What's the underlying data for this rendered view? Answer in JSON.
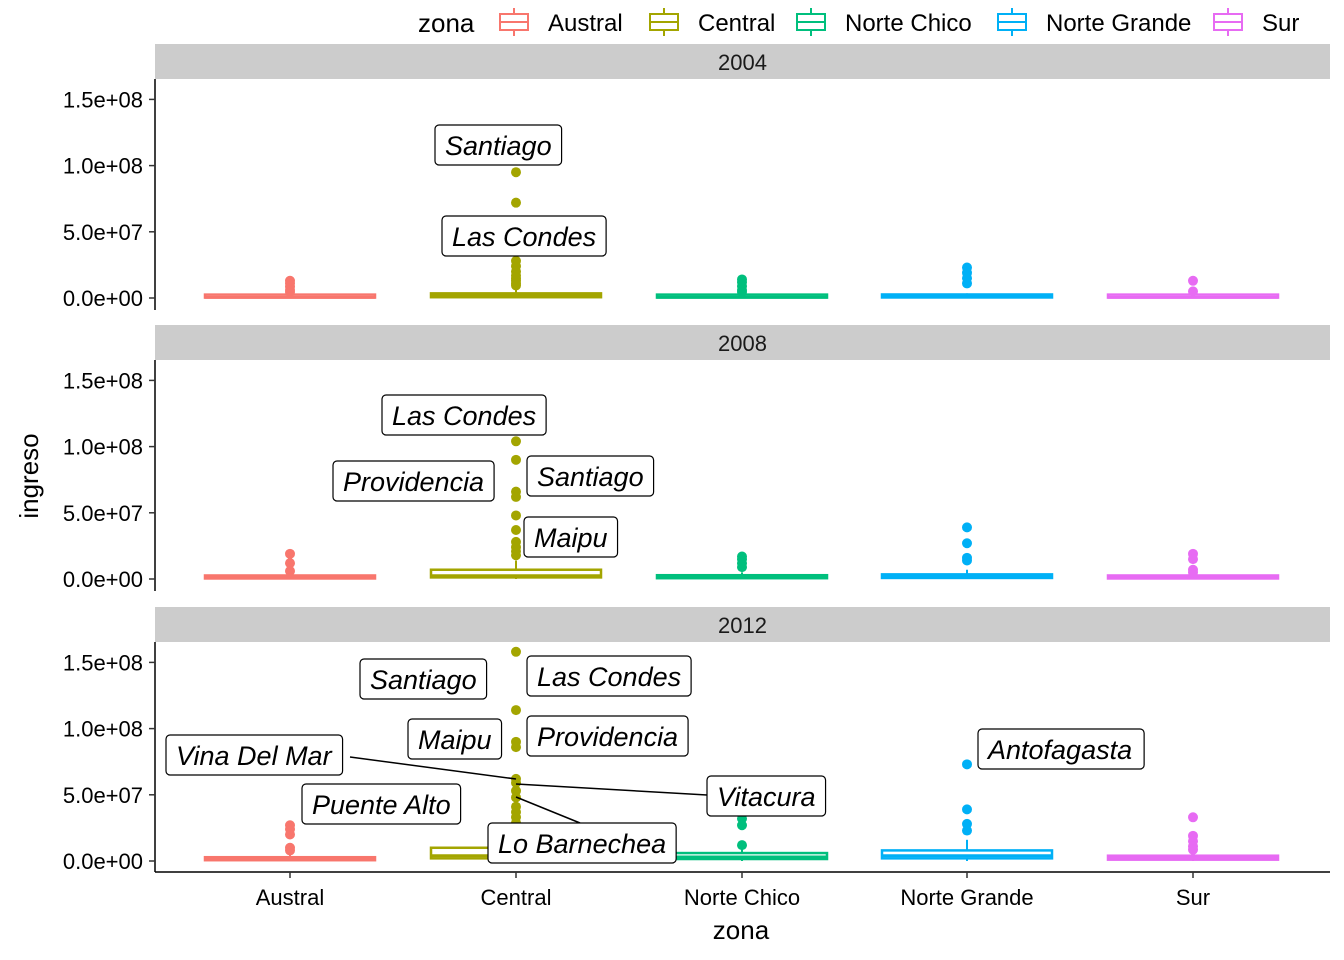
{
  "chart_data": {
    "type": "boxplot",
    "xlabel": "zona",
    "ylabel": "ingreso",
    "categories": [
      "Austral",
      "Central",
      "Norte Chico",
      "Norte Grande",
      "Sur"
    ],
    "y_ticks": [
      "0.0e+00",
      "5.0e+07",
      "1.0e+08",
      "1.5e+08"
    ],
    "ylim": [
      0,
      160000000
    ],
    "legend": {
      "title": "zona",
      "position": "top",
      "entries": [
        {
          "name": "Austral",
          "color": "#F8766D"
        },
        {
          "name": "Central",
          "color": "#A3A500"
        },
        {
          "name": "Norte Chico",
          "color": "#00BF7D"
        },
        {
          "name": "Norte Grande",
          "color": "#00B0F6"
        },
        {
          "name": "Sur",
          "color": "#E76BF3"
        }
      ]
    },
    "panels": [
      {
        "label": "2004",
        "boxes": [
          {
            "zona": "Austral",
            "q1": 300000,
            "median": 600000,
            "q3": 1200000,
            "whisker_low": 0,
            "whisker_high": 2500000,
            "outliers": [
              13000000,
              11000000,
              8500000,
              6000000,
              4500000
            ]
          },
          {
            "zona": "Central",
            "q1": 600000,
            "median": 1500000,
            "q3": 3500000,
            "whisker_low": 0,
            "whisker_high": 8000000,
            "outliers": [
              95000000,
              72000000,
              28000000,
              24000000,
              20000000,
              17000000,
              15000000,
              13000000,
              11000000,
              9500000
            ]
          },
          {
            "zona": "Norte Chico",
            "q1": 300000,
            "median": 700000,
            "q3": 1400000,
            "whisker_low": 0,
            "whisker_high": 3000000,
            "outliers": [
              14000000,
              12000000,
              9000000,
              6000000,
              4500000
            ]
          },
          {
            "zona": "Norte Grande",
            "q1": 400000,
            "median": 800000,
            "q3": 1600000,
            "whisker_low": 0,
            "whisker_high": 3500000,
            "outliers": [
              23000000,
              19000000,
              15000000,
              11000000
            ]
          },
          {
            "zona": "Sur",
            "q1": 300000,
            "median": 600000,
            "q3": 1200000,
            "whisker_low": 0,
            "whisker_high": 2500000,
            "outliers": [
              13000000,
              5000000
            ]
          }
        ],
        "annotations": [
          {
            "text": "Santiago",
            "zona": "Central",
            "y": 95000000
          },
          {
            "text": "Las Condes",
            "zona": "Central",
            "y": 72000000
          }
        ]
      },
      {
        "label": "2008",
        "boxes": [
          {
            "zona": "Austral",
            "q1": 400000,
            "median": 800000,
            "q3": 1600000,
            "whisker_low": 0,
            "whisker_high": 3500000,
            "outliers": [
              19000000,
              12000000,
              6000000
            ]
          },
          {
            "zona": "Central",
            "q1": 1200000,
            "median": 2500000,
            "q3": 7000000,
            "whisker_low": 0,
            "whisker_high": 14000000,
            "outliers": [
              104000000,
              90000000,
              66000000,
              62000000,
              48000000,
              37000000,
              28000000,
              24000000,
              21000000,
              18000000
            ]
          },
          {
            "zona": "Norte Chico",
            "q1": 600000,
            "median": 1200000,
            "q3": 2500000,
            "whisker_low": 0,
            "whisker_high": 5000000,
            "outliers": [
              17000000,
              15000000,
              12000000,
              9000000
            ]
          },
          {
            "zona": "Norte Grande",
            "q1": 800000,
            "median": 1800000,
            "q3": 3500000,
            "whisker_low": 0,
            "whisker_high": 7000000,
            "outliers": [
              39000000,
              27000000,
              16000000,
              14000000
            ]
          },
          {
            "zona": "Sur",
            "q1": 400000,
            "median": 800000,
            "q3": 1600000,
            "whisker_low": 0,
            "whisker_high": 3500000,
            "outliers": [
              19000000,
              15000000,
              7000000,
              5000000
            ]
          }
        ],
        "annotations": [
          {
            "text": "Las Condes",
            "zona": "Central",
            "y": 104000000
          },
          {
            "text": "Santiago",
            "zona": "Central",
            "y": 90000000
          },
          {
            "text": "Providencia",
            "zona": "Central",
            "y": 66000000
          },
          {
            "text": "Maipu",
            "zona": "Central",
            "y": 48000000
          }
        ]
      },
      {
        "label": "2012",
        "boxes": [
          {
            "zona": "Austral",
            "q1": 600000,
            "median": 1200000,
            "q3": 2500000,
            "whisker_low": 0,
            "whisker_high": 5000000,
            "outliers": [
              27000000,
              24000000,
              20000000,
              10000000,
              8000000
            ]
          },
          {
            "zona": "Central",
            "q1": 2000000,
            "median": 4000000,
            "q3": 10000000,
            "whisker_low": 0,
            "whisker_high": 20000000,
            "outliers": [
              158000000,
              114000000,
              90000000,
              86000000,
              62000000,
              59000000,
              53000000,
              48000000,
              41000000,
              37000000,
              33000000,
              29000000
            ]
          },
          {
            "zona": "Norte Chico",
            "q1": 1500000,
            "median": 3000000,
            "q3": 6000000,
            "whisker_low": 0,
            "whisker_high": 12000000,
            "outliers": [
              36000000,
              32000000,
              27000000,
              12000000
            ]
          },
          {
            "zona": "Norte Grande",
            "q1": 2000000,
            "median": 4000000,
            "q3": 8000000,
            "whisker_low": 0,
            "whisker_high": 16000000,
            "outliers": [
              73000000,
              39000000,
              28000000,
              23000000
            ]
          },
          {
            "zona": "Sur",
            "q1": 1000000,
            "median": 2500000,
            "q3": 4000000,
            "whisker_low": 0,
            "whisker_high": 8000000,
            "outliers": [
              33000000,
              19000000,
              15000000,
              11000000,
              8500000
            ]
          }
        ],
        "annotations": [
          {
            "text": "Las Condes",
            "zona": "Central",
            "y": 158000000
          },
          {
            "text": "Santiago",
            "zona": "Central",
            "y": 114000000
          },
          {
            "text": "Providencia",
            "zona": "Central",
            "y": 90000000
          },
          {
            "text": "Maipu",
            "zona": "Central",
            "y": 86000000
          },
          {
            "text": "Vina Del Mar",
            "zona": "Central",
            "y": 62000000
          },
          {
            "text": "Vitacura",
            "zona": "Central",
            "y": 59000000
          },
          {
            "text": "Puente Alto",
            "zona": "Central",
            "y": 53000000
          },
          {
            "text": "Lo Barnechea",
            "zona": "Central",
            "y": 48000000
          },
          {
            "text": "Antofagasta",
            "zona": "Norte Grande",
            "y": 73000000
          }
        ]
      }
    ]
  }
}
